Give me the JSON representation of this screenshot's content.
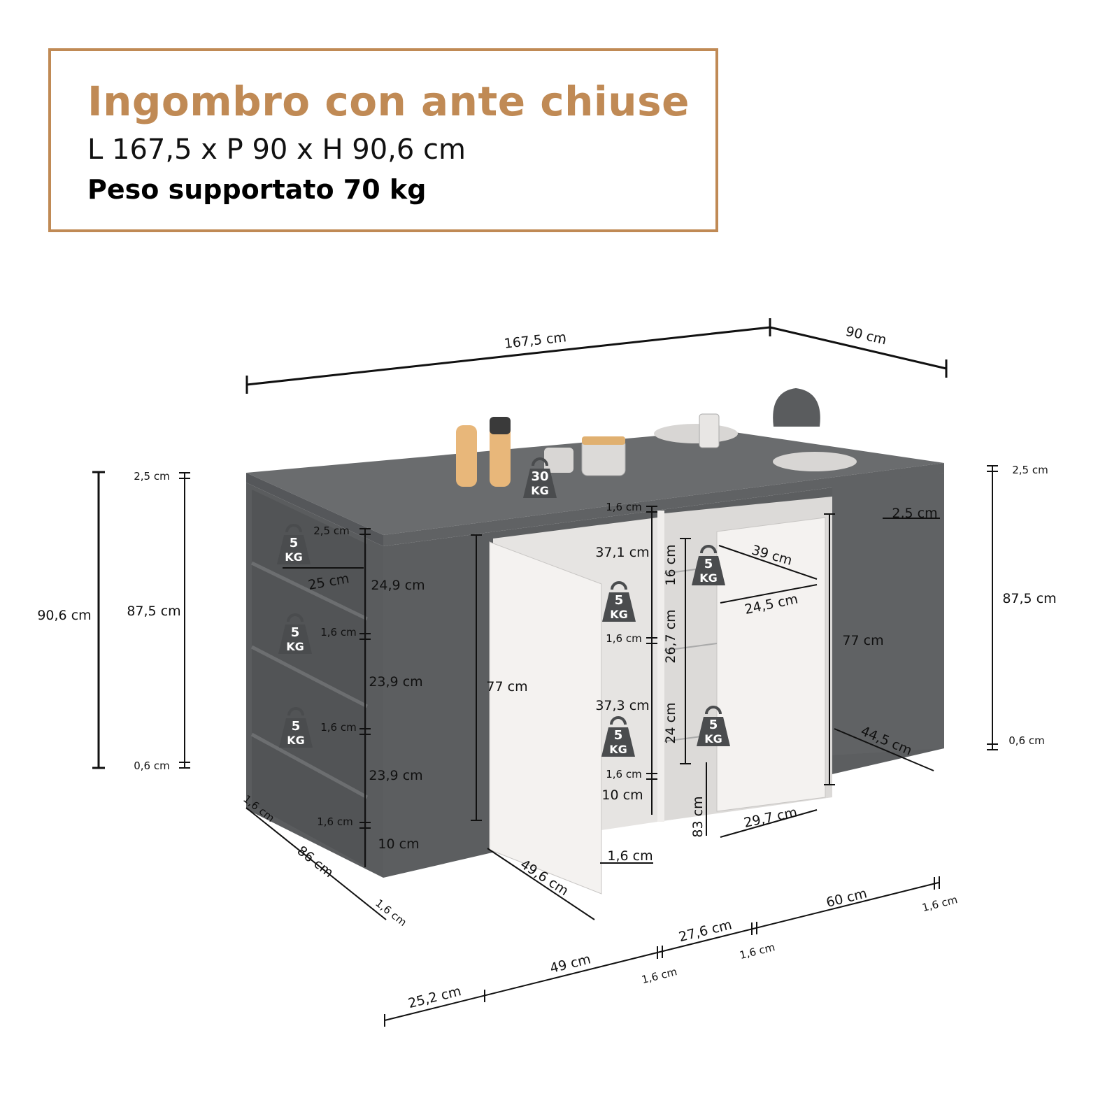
{
  "header": {
    "title": "Ingombro con ante chiuse",
    "dimensions": "L 167,5 x P 90 x H 90,6 cm",
    "weight": "Peso supportato 70 kg"
  },
  "colors": {
    "accent": "#c08a55",
    "cabinet": "#5a5c5e",
    "cabinet_top": "#6a6c6e",
    "door": "#f4f2f0",
    "weight_icon": "#4a4c4e"
  },
  "weights": {
    "top": {
      "num": "30",
      "unit": "KG"
    },
    "shelf": {
      "num": "5",
      "unit": "KG"
    }
  },
  "dims": {
    "width_total": "167,5 cm",
    "depth_total": "90 cm",
    "height_total": "90,6 cm",
    "height_inner_left": "87,5 cm",
    "height_inner_right": "87,5 cm",
    "top_thick_left": "2,5 cm",
    "top_thick_right": "2,5 cm",
    "base_left": "0,6 cm",
    "base_right": "0,6 cm",
    "shelf_top_thick": "2,5 cm",
    "shelf_depth": "25  cm",
    "shelf_h1": "24,9 cm",
    "shelf_thick1": "1,6 cm",
    "shelf_h2": "23,9 cm",
    "shelf_thick2": "1,6 cm",
    "shelf_h3": "23,9 cm",
    "shelf_thick3": "1,6 cm",
    "shelf_bottom": "10 cm",
    "side_thick_a": "1,6 cm",
    "side_depth": "86 cm",
    "side_thick_b": "1,6 cm",
    "door_left_h": "77 cm",
    "door_left_w": "49,6 cm",
    "door_thick": "1,6 cm",
    "mid_top_thick": "1,6 cm",
    "mid_h1": "37,1 cm",
    "mid_thick": "1,6 cm",
    "mid_h2": "37,3 cm",
    "mid_thick2": "1,6 cm",
    "mid_bottom": "10 cm",
    "drawer_h1": "16 cm",
    "drawer_h2": "26,7 cm",
    "drawer_h3": "24 cm",
    "drawer_base": "83 cm",
    "drawer_depth": "39 cm",
    "drawer_width": "24,5 cm",
    "drawer_front_w": "29,7 cm",
    "door_right_h": "77 cm",
    "right_top_offset": "2,5 cm",
    "right_depth": "44,5 cm",
    "bottom_w1": "25,2 cm",
    "bottom_w2": "49 cm",
    "bottom_t1": "1,6 cm",
    "bottom_w3": "27,6 cm",
    "bottom_t2": "1,6 cm",
    "bottom_w4": "60 cm",
    "bottom_t3": "1,6 cm"
  }
}
